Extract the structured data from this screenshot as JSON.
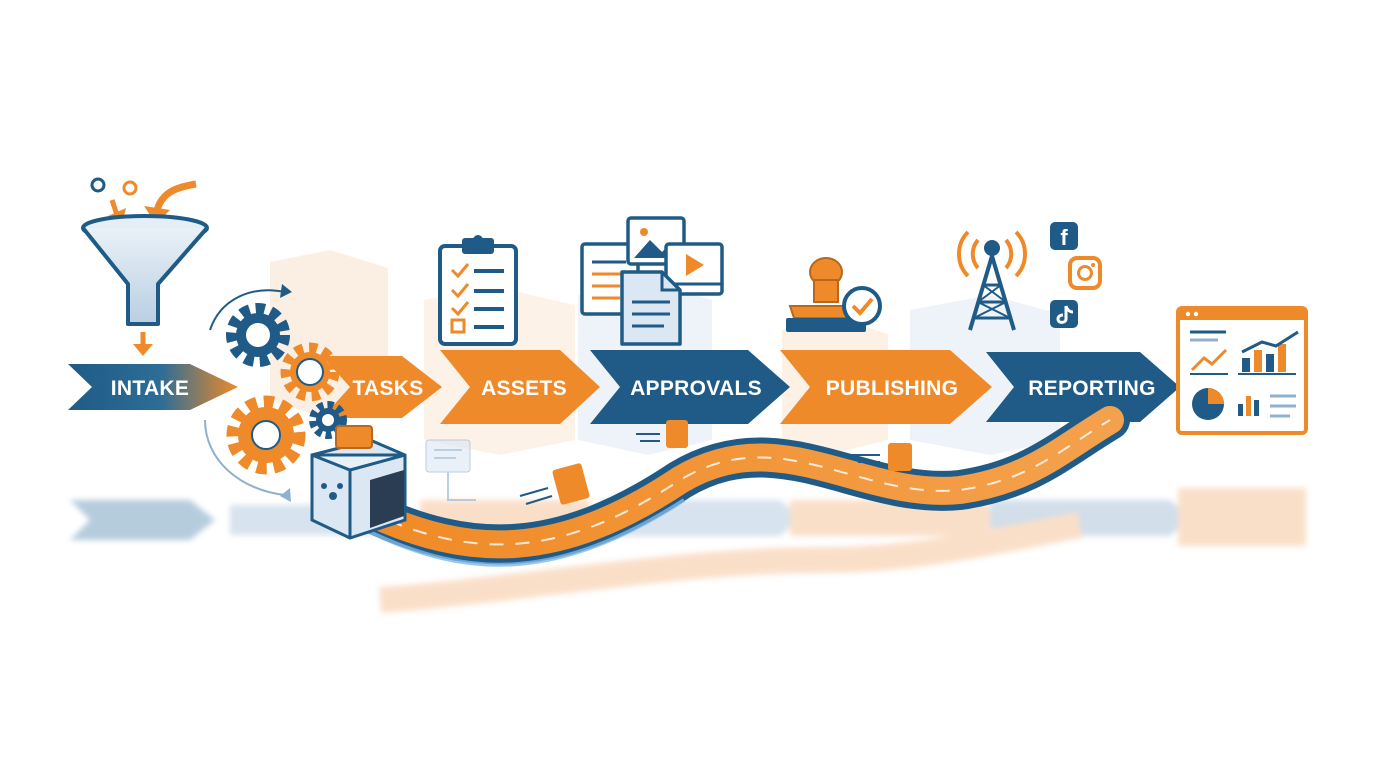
{
  "stages": [
    {
      "label": "INTAKE",
      "icon": "funnel-icon",
      "color": "#1f5b86"
    },
    {
      "label": "TASKS",
      "icon": "checklist-icon",
      "color": "#ee8a2a"
    },
    {
      "label": "ASSETS",
      "icon": "media-files-icon",
      "color": "#ee8a2a"
    },
    {
      "label": "APPROVALS",
      "icon": "stamp-check-icon",
      "color": "#1f5b86"
    },
    {
      "label": "PUBLISHING",
      "icon": "broadcast-tower-icon",
      "color": "#ee8a2a"
    },
    {
      "label": "REPORTING",
      "icon": "analytics-dashboard-icon",
      "color": "#1f5b86"
    }
  ],
  "social_icons": [
    "facebook-icon",
    "instagram-icon",
    "tiktok-icon"
  ],
  "colors": {
    "blue": "#1f5b86",
    "orange": "#ee8a2a",
    "light_blue": "#c9dcec",
    "light_orange": "#fbd9b7"
  }
}
